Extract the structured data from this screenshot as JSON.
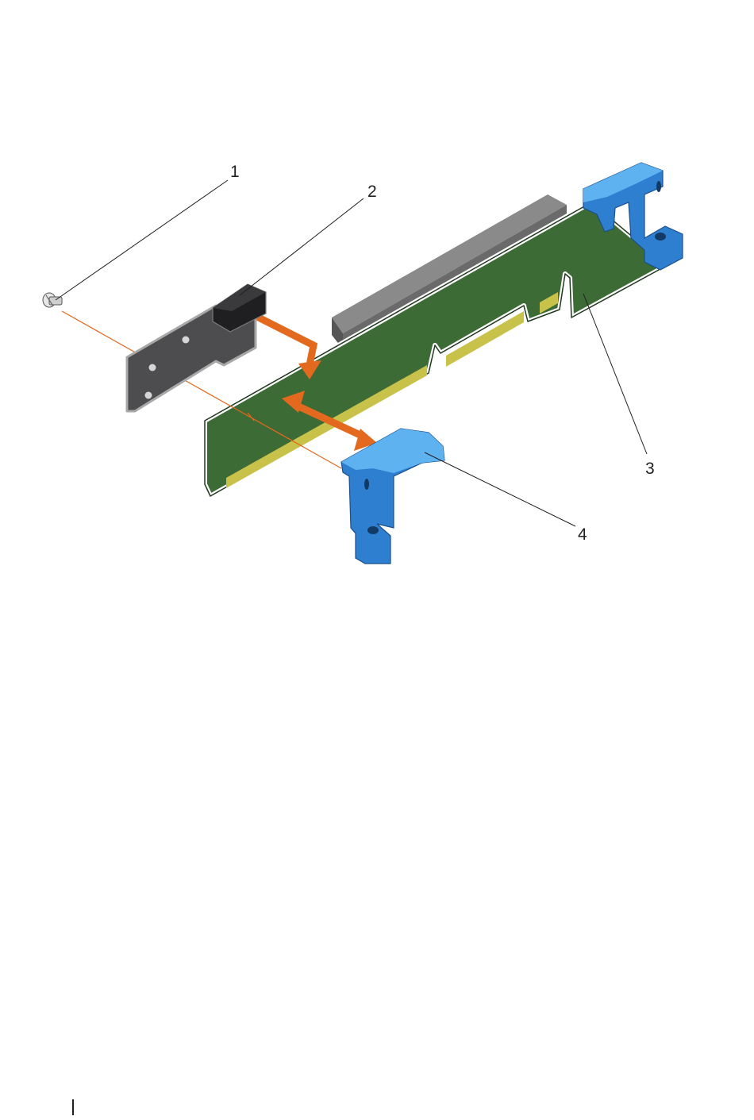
{
  "figure": {
    "callouts": [
      {
        "id": "1",
        "label": "1"
      },
      {
        "id": "2",
        "label": "2"
      },
      {
        "id": "3",
        "label": "3"
      },
      {
        "id": "4",
        "label": "4"
      }
    ],
    "colors": {
      "board": "#3c6b35",
      "board_edge": "#2c5127",
      "gold_contacts": "#c8c24a",
      "slot": "#6e6e6e",
      "bracket_fill": "#4d4d4f",
      "bracket_edge": "#a8a8a8",
      "guide_blue": "#2f7fd1",
      "guide_blue_light": "#5fb2f0",
      "arrow_orange": "#e2691e"
    },
    "components": {
      "screw": "screw-icon",
      "bracket": "riser-bracket",
      "card": "riser-card",
      "guide_front": "card-guide-front",
      "guide_back": "card-guide-back"
    }
  }
}
